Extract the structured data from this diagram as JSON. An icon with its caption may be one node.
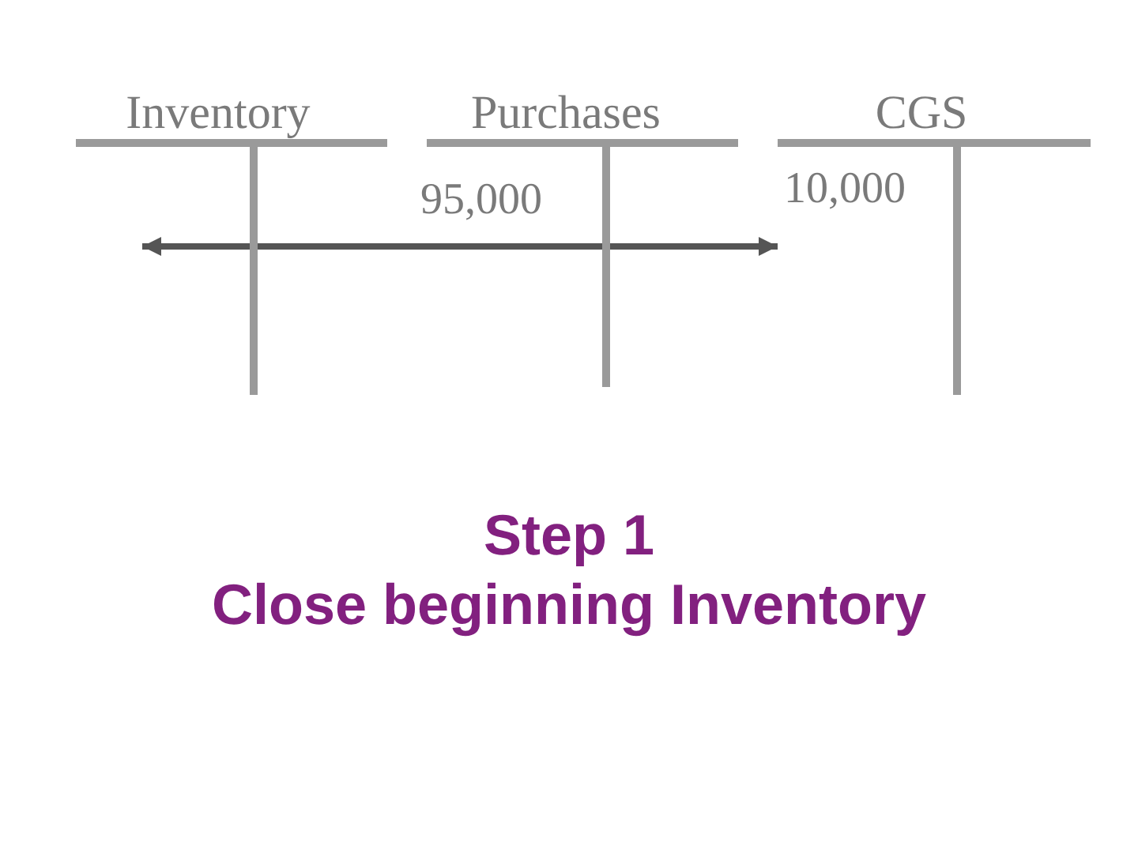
{
  "diagram": {
    "title": "Step 1",
    "caption": "Close beginning Inventory",
    "nodes": [
      {
        "text": [
          "Inventory"
        ]
      },
      {
        "text": [
          "Purchases",
          "95,000"
        ]
      },
      {
        "text": [
          "CGS",
          "10,000"
        ]
      }
    ],
    "edges": [
      {
        "from": 0,
        "to": 2,
        "arrow": "both"
      }
    ]
  }
}
